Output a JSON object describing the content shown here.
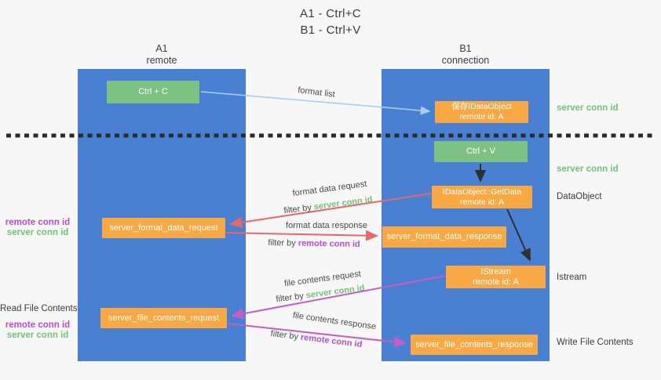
{
  "title": {
    "line1": "A1 - Ctrl+C",
    "line2": "B1 - Ctrl+V"
  },
  "lanes": {
    "a1": {
      "title": "A1",
      "subtitle": "remote"
    },
    "b1": {
      "title": "B1",
      "subtitle": "connection"
    }
  },
  "nodes": {
    "ctrl_c": {
      "label": "Ctrl + C"
    },
    "save_idataobject": {
      "line1": "保存IDataObject",
      "line2": "remote id: A"
    },
    "ctrl_v": {
      "label": "Ctrl + V"
    },
    "getdata": {
      "line1": "IDataObject::GetData",
      "line2": "remote id: A"
    },
    "format_request": {
      "label": "server_format_data_request"
    },
    "format_response": {
      "label": "server_format_data_response"
    },
    "istream": {
      "line1": "IStream",
      "line2": "remote id: A"
    },
    "file_request": {
      "label": "server_file_contents_request"
    },
    "file_response": {
      "label": "server_file_contents_response"
    }
  },
  "right_labels": {
    "server_conn_id_top": "server conn id",
    "server_conn_id_mid": "server conn id",
    "dataobject": "DataObject",
    "istream": "Istream",
    "write_file_contents": "Write File Contents"
  },
  "left_labels": {
    "remote_conn_id_top": "remote conn id",
    "server_conn_id_top": "server conn id",
    "read_file_contents": "Read File Contents",
    "remote_conn_id_bottom": "remote conn id",
    "server_conn_id_bottom": "server conn id"
  },
  "flow_labels": {
    "format_list": "format list",
    "format_data_request": "format data request",
    "format_data_response": "format data response",
    "file_contents_request": "file contents request",
    "file_contents_response": "file contents response",
    "filter_by": "filter by ",
    "server_conn_id": "server conn id",
    "remote_conn_id": "remote conn id"
  },
  "colors": {
    "bg": "#f7f7f7",
    "lane_blue": "#4a80d2",
    "node_green": "#7dc283",
    "node_orange": "#f9a843",
    "arrow_blue": "#a9cdec",
    "arrow_black": "#2f2f2f",
    "arrow_red": "#e5686b",
    "arrow_magenta": "#c45ec4",
    "dotted": "#2b2b2b",
    "text_dark": "#3c3c3c",
    "text_green": "#74c178",
    "text_purple": "#b44fce",
    "text_white": "#ffffff"
  }
}
